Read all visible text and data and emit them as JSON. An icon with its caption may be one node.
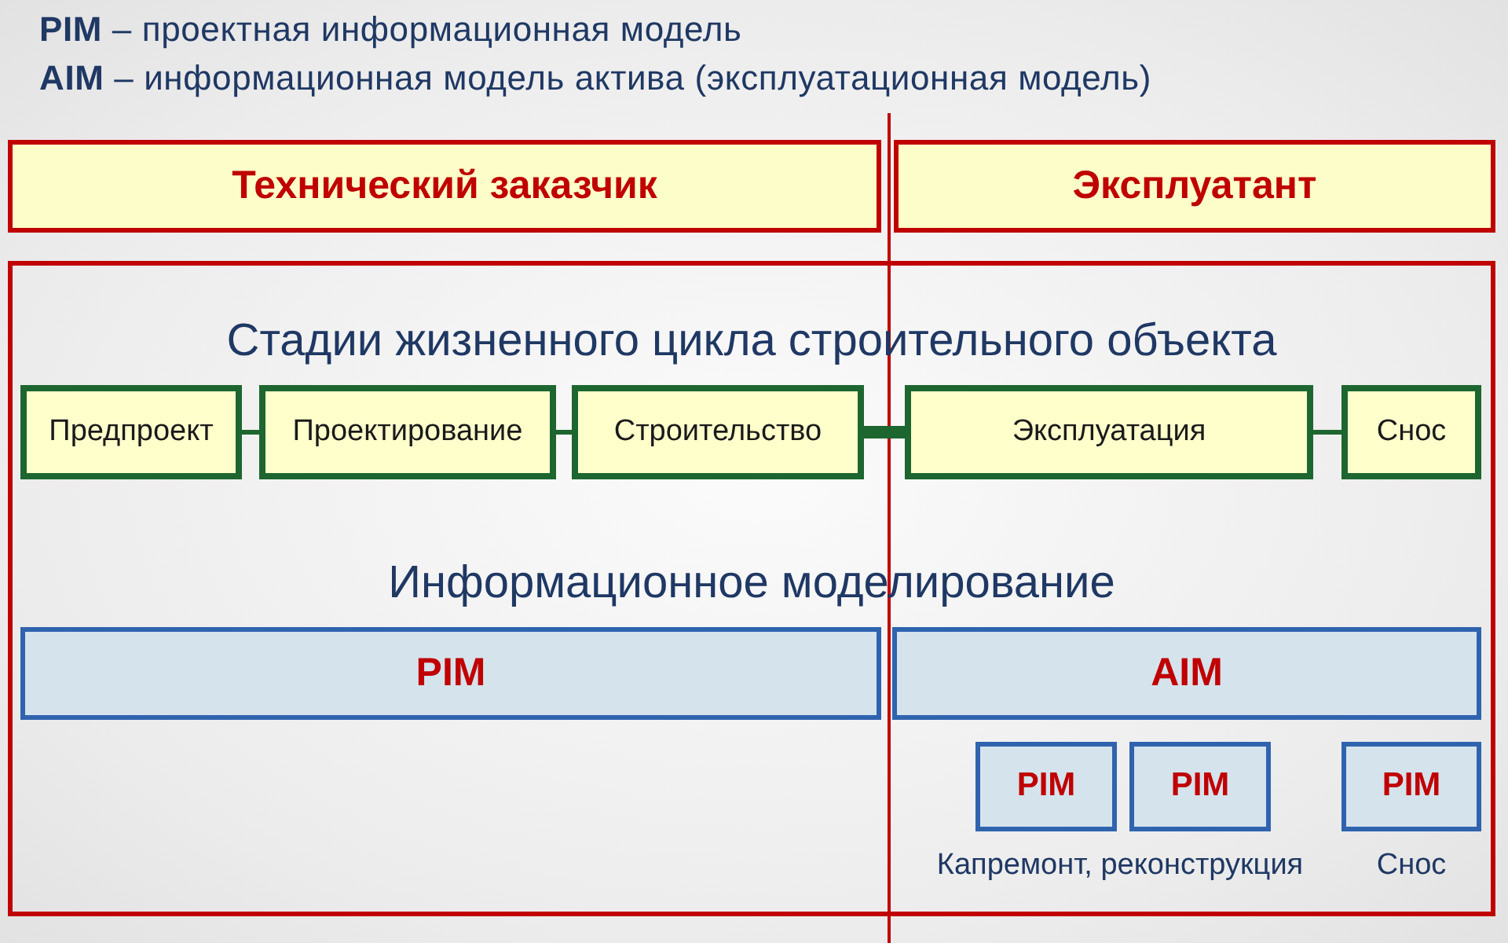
{
  "diagram": {
    "nodes": [
      {
        "text": [
          "Технический заказчик"
        ]
      },
      {
        "text": [
          "Эксплуатант"
        ]
      },
      {
        "text": [
          "Стадии жизненного цикла строительного объекта",
          "Информационное моделирование"
        ]
      },
      {
        "text": [
          "Предпроект"
        ],
        "in": 2
      },
      {
        "text": [
          "Проектирование"
        ],
        "in": 2
      },
      {
        "text": [
          "Строительство"
        ],
        "in": 2
      },
      {
        "text": [
          "Эксплуатация"
        ],
        "in": 2
      },
      {
        "text": [
          "Снос"
        ],
        "in": 2
      },
      {
        "text": [
          "PIM"
        ],
        "in": 2
      },
      {
        "text": [
          "AIM"
        ],
        "in": 2
      },
      {
        "text": [
          "PIM"
        ],
        "in": 2
      },
      {
        "text": [
          "PIM"
        ],
        "in": 2
      },
      {
        "text": [
          "PIM"
        ],
        "in": 2,
        "beside": [
          "Снос"
        ]
      }
    ],
    "edges": [
      {
        "from": 3,
        "to": 4,
        "arrow": "none"
      },
      {
        "from": 4,
        "to": 5,
        "arrow": "none"
      },
      {
        "from": 5,
        "to": 6,
        "arrow": "none",
        "style": "thick"
      },
      {
        "from": 6,
        "to": 7,
        "arrow": "none"
      }
    ],
    "labels": [
      "**PIM** – проектная информационная модель",
      "**AIM** – информационная модель актива (эксплуатационная модель)",
      "Капремонт, реконструкция"
    ]
  }
}
